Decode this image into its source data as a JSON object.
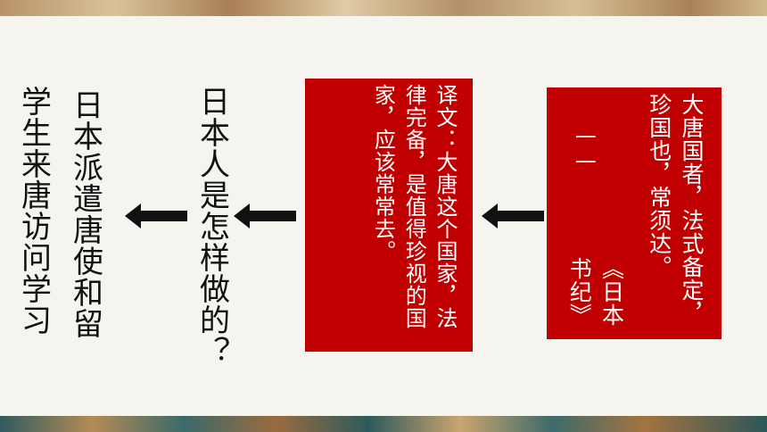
{
  "slide": {
    "left_col1": "学生来唐访问学习",
    "left_col2": "日本派遣唐使和留",
    "question": "日本人是怎样做的？",
    "translation": "译文：大唐这个国家，法律完备，是值得珍视的国家，应该常常去。",
    "quote": "大唐国者，法式备定，珍国也，常须达。",
    "quote_dash": "——",
    "quote_source": "《日本书纪》"
  },
  "colors": {
    "red": "#c00000",
    "arrow": "#111111"
  },
  "icons": {
    "arrow": "left-arrow-icon"
  }
}
